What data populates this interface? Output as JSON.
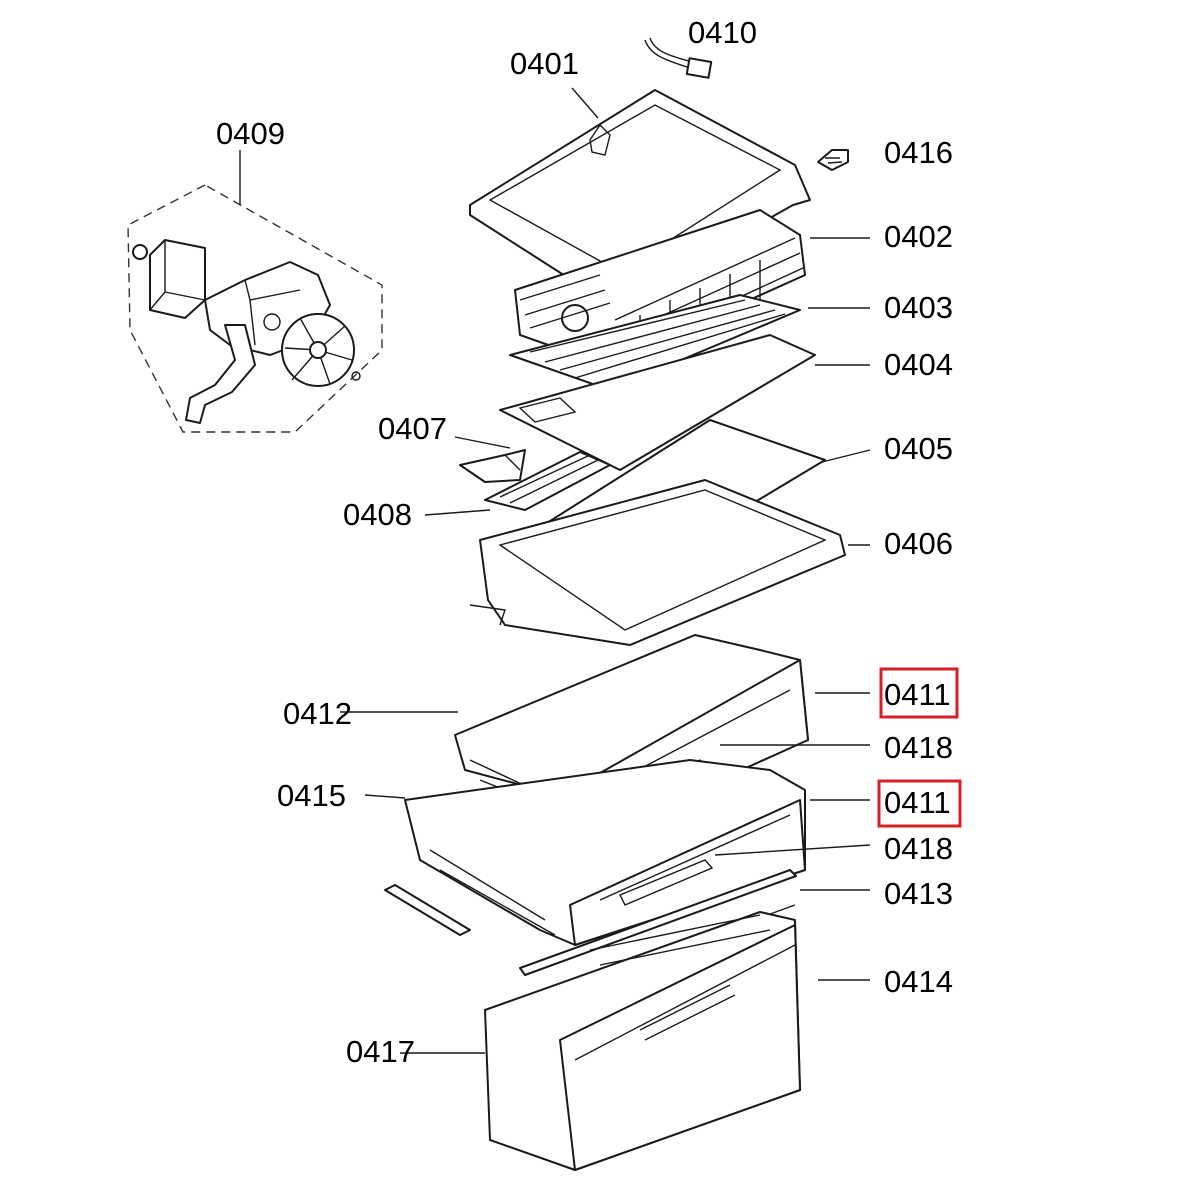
{
  "diagram": {
    "highlight_color": "#d8202a",
    "line_color": "#1a1a1a",
    "callouts": [
      {
        "id": "0401",
        "text": "0401",
        "highlighted": false
      },
      {
        "id": "0402",
        "text": "0402",
        "highlighted": false
      },
      {
        "id": "0403",
        "text": "0403",
        "highlighted": false
      },
      {
        "id": "0404",
        "text": "0404",
        "highlighted": false
      },
      {
        "id": "0405",
        "text": "0405",
        "highlighted": false
      },
      {
        "id": "0406",
        "text": "0406",
        "highlighted": false
      },
      {
        "id": "0407",
        "text": "0407",
        "highlighted": false
      },
      {
        "id": "0408",
        "text": "0408",
        "highlighted": false
      },
      {
        "id": "0409",
        "text": "0409",
        "highlighted": false
      },
      {
        "id": "0410",
        "text": "0410",
        "highlighted": false
      },
      {
        "id": "0411a",
        "text": "0411",
        "highlighted": true
      },
      {
        "id": "0411b",
        "text": "0411",
        "highlighted": true
      },
      {
        "id": "0412",
        "text": "0412",
        "highlighted": false
      },
      {
        "id": "0413",
        "text": "0413",
        "highlighted": false
      },
      {
        "id": "0414",
        "text": "0414",
        "highlighted": false
      },
      {
        "id": "0415",
        "text": "0415",
        "highlighted": false
      },
      {
        "id": "0416",
        "text": "0416",
        "highlighted": false
      },
      {
        "id": "0417",
        "text": "0417",
        "highlighted": false
      },
      {
        "id": "0418a",
        "text": "0418",
        "highlighted": false
      },
      {
        "id": "0418b",
        "text": "0418",
        "highlighted": false
      }
    ]
  }
}
